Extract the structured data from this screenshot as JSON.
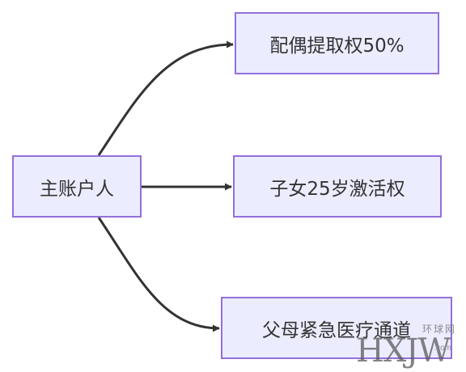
{
  "diagram": {
    "nodes": {
      "root": "主账户人",
      "spouse": "配偶提取权50%",
      "child": "子女25岁激活权",
      "parent": "父母紧急医疗通道"
    }
  },
  "colors": {
    "node_fill": "#ececff",
    "node_border": "#9370db",
    "edge": "#333333",
    "text": "#333333"
  },
  "watermark": {
    "top": "环球网",
    "main": "HXJW",
    "sub": ".com"
  }
}
